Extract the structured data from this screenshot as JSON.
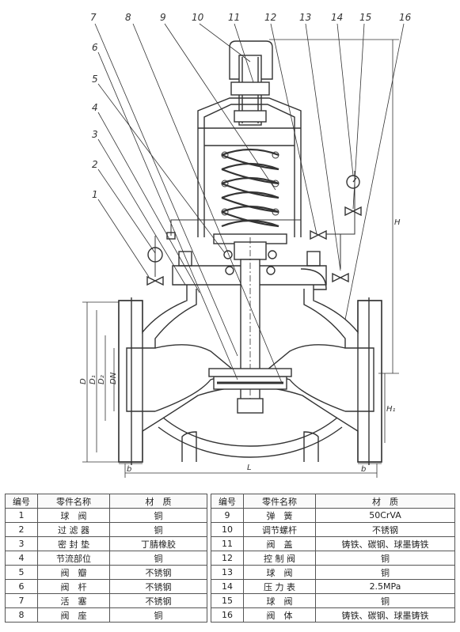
{
  "callouts": [
    "7",
    "8",
    "9",
    "10",
    "11",
    "12",
    "13",
    "14",
    "15",
    "16",
    "6",
    "5",
    "4",
    "3",
    "2",
    "1"
  ],
  "dimension_labels": {
    "D": "D",
    "D1": "D₁",
    "D2": "D₂",
    "DN": "DN",
    "H": "H",
    "H1": "H₁",
    "L": "L",
    "b_left": "b",
    "b_right": "b"
  },
  "table": {
    "headers": [
      "编号",
      "零件名称",
      "材　质",
      "编号",
      "零件名称",
      "材　质"
    ],
    "rows": [
      [
        "1",
        "球　阀",
        "铜",
        "9",
        "弹　簧",
        "50CrVA"
      ],
      [
        "2",
        "过 滤 器",
        "铜",
        "10",
        "调节螺杆",
        "不锈钢"
      ],
      [
        "3",
        "密 封 垫",
        "丁腈橡胶",
        "11",
        "阀　盖",
        "铸铁、碳钢、球墨铸铁"
      ],
      [
        "4",
        "节流部位",
        "铜",
        "12",
        "控 制 阀",
        "铜"
      ],
      [
        "5",
        "阀　瓣",
        "不锈钢",
        "13",
        "球　阀",
        "铜"
      ],
      [
        "6",
        "阀　杆",
        "不锈钢",
        "14",
        "压 力 表",
        "2.5MPa"
      ],
      [
        "7",
        "活　塞",
        "不锈钢",
        "15",
        "球　阀",
        "铜"
      ],
      [
        "8",
        "阀　座",
        "铜",
        "16",
        "阀　体",
        "铸铁、碳钢、球墨铸铁"
      ]
    ]
  }
}
